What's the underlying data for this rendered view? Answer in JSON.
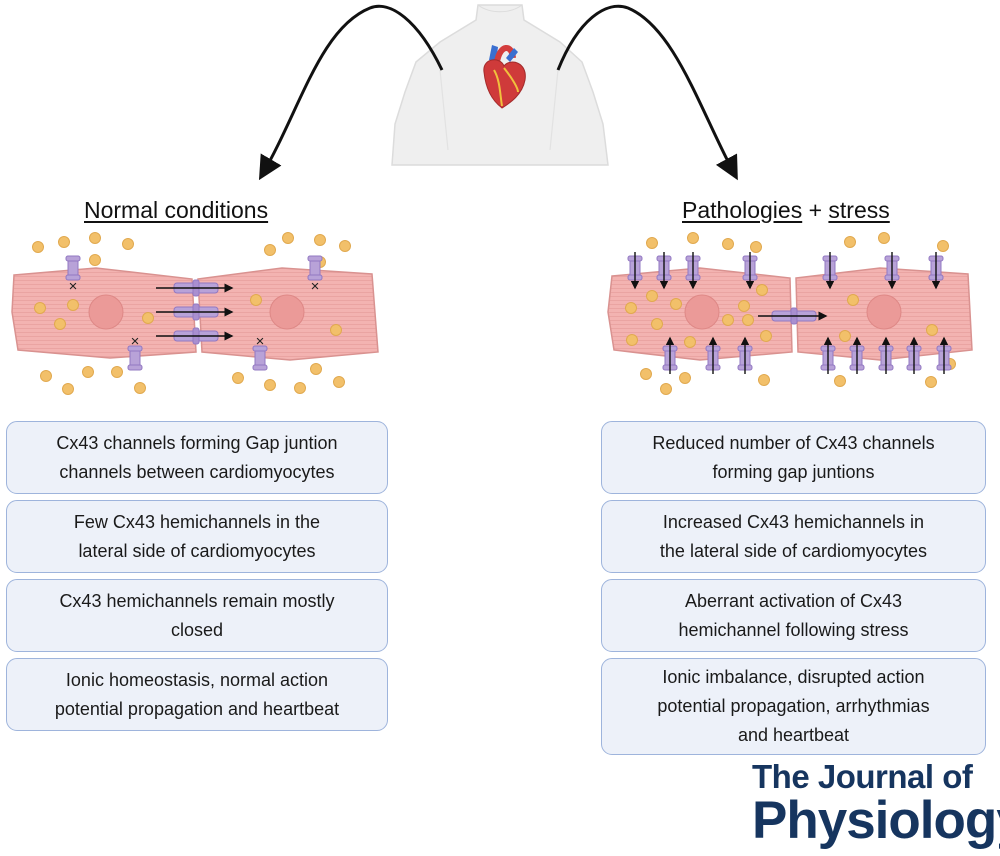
{
  "left": {
    "heading": "Normal conditions",
    "boxes": [
      [
        "Cx43 channels forming Gap juntion",
        "channels between cardiomyocytes"
      ],
      [
        "Few Cx43 hemichannels in the",
        "lateral side of cardiomyocytes"
      ],
      [
        "Cx43 hemichannels remain mostly",
        "closed"
      ],
      [
        "Ionic homeostasis, normal action",
        "potential propagation and heartbeat"
      ]
    ]
  },
  "right": {
    "heading_part1": "Pathologies",
    "heading_plus": " + ",
    "heading_part2": "stress",
    "boxes": [
      [
        "Reduced number of Cx43 channels",
        "forming gap juntions"
      ],
      [
        "Increased Cx43 hemichannels in",
        "the lateral side of cardiomyocytes"
      ],
      [
        "Aberrant activation of Cx43",
        "hemichannel following stress"
      ],
      [
        "Ionic imbalance, disrupted action",
        "potential propagation, arrhythmias",
        "and heartbeat"
      ]
    ]
  },
  "closed_marker": "×",
  "journal": {
    "line1": "The Journal of",
    "line2": "Physiology"
  },
  "colors": {
    "cell_fill": "#f3b3b1",
    "cell_stripe": "#e49896",
    "nucleus": "#eb9a98",
    "ion": "#f2c06a",
    "channel": "#b8a2d8",
    "box_fill": "#edf1f9",
    "box_border": "#9eb4dc",
    "journal_blue": "#16355f"
  }
}
